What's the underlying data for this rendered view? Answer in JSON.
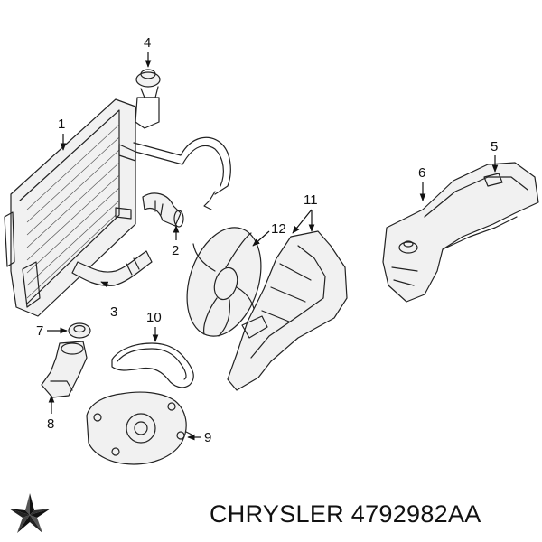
{
  "diagram": {
    "callouts": [
      {
        "id": "1",
        "label": "1"
      },
      {
        "id": "2",
        "label": "2"
      },
      {
        "id": "3",
        "label": "3"
      },
      {
        "id": "4",
        "label": "4"
      },
      {
        "id": "5",
        "label": "5"
      },
      {
        "id": "6",
        "label": "6"
      },
      {
        "id": "7",
        "label": "7"
      },
      {
        "id": "8",
        "label": "8"
      },
      {
        "id": "9",
        "label": "9"
      },
      {
        "id": "10",
        "label": "10"
      },
      {
        "id": "11",
        "label": "11"
      },
      {
        "id": "12",
        "label": "12"
      }
    ]
  },
  "footer": {
    "logo_icon": "chrysler-pentastar-icon",
    "brand": "CHRYSLER",
    "part_number": "4792982AA",
    "caption": "CHRYSLER 4792982AA"
  }
}
